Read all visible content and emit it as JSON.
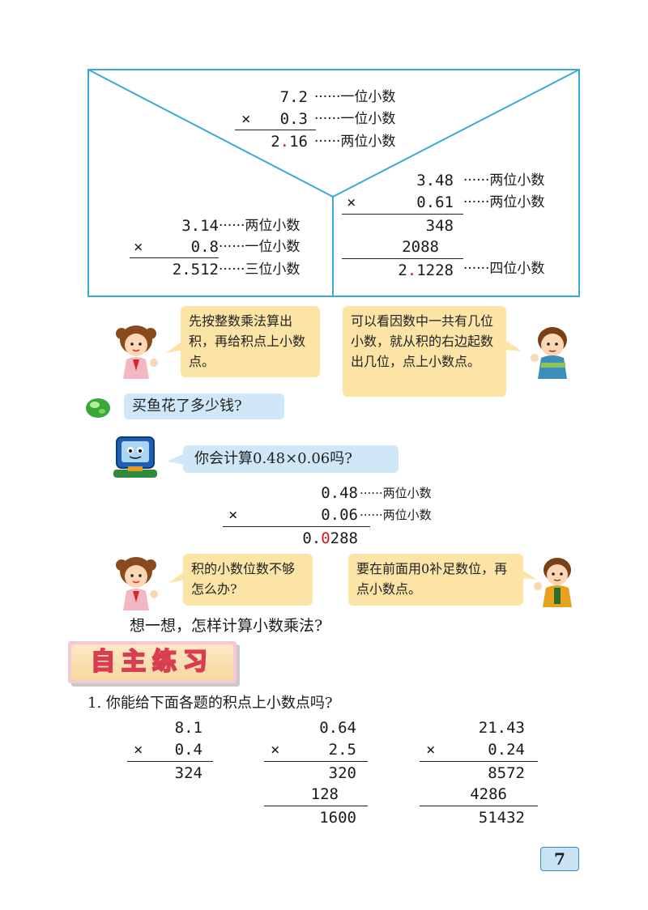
{
  "box": {
    "top": {
      "factor1": "7.2",
      "factor1_note": "······一位小数",
      "op": "×",
      "factor2": "0.3",
      "factor2_note": "······一位小数",
      "product_a": "2",
      "product_dot": ".",
      "product_b": "16",
      "product_note": "······两位小数"
    },
    "left": {
      "factor1": "3.14",
      "factor1_note": "······两位小数",
      "op": "×",
      "factor2": "0.8",
      "factor2_note": "······一位小数",
      "product": "2.512",
      "product_note": "······三位小数"
    },
    "right": {
      "factor1": "3.48",
      "factor1_note": "······两位小数",
      "op": "×",
      "factor2": "0.61",
      "factor2_note": "······两位小数",
      "partial1": "348",
      "partial2": "2088",
      "product_a": "2",
      "product_dot": ".",
      "product_b": "1228",
      "product_note": "······四位小数"
    }
  },
  "bubbles": {
    "girl1": "先按整数乘法算出积，再给积点上小数点。",
    "boy1": "可以看因数中一共有几位小数，就从积的右边起数出几位，点上小数点。",
    "question": "买鱼花了多少钱?",
    "computer": "你会计算0.48×0.06吗?",
    "girl2": "积的小数位数不够怎么办?",
    "boy2": "要在前面用0补足数位，再点小数点。"
  },
  "calc2": {
    "factor1": "0.48",
    "factor1_note": "······两位小数",
    "op": "×",
    "factor2": "0.06",
    "factor2_note": "······两位小数",
    "product_a": "0.",
    "product_zero": "0",
    "product_b": "288"
  },
  "think": "想一想，怎样计算小数乘法?",
  "section_title": "自主练习",
  "exercise": {
    "title": "1. 你能给下面各题的积点上小数点吗?",
    "p1": {
      "f1": "8.1",
      "op": "×",
      "f2": "0.4",
      "product": "324"
    },
    "p2": {
      "f1": "0.64",
      "op": "×",
      "f2": "2.5",
      "partial1": "320",
      "partial2": "128",
      "product": "1600"
    },
    "p3": {
      "f1": "21.43",
      "op": "×",
      "f2": "0.24",
      "partial1": "8572",
      "partial2": "4286",
      "product": "51432"
    }
  },
  "page_number": "7",
  "colors": {
    "frame": "#39a9dc",
    "accent_red": "#d41818",
    "bubble_yellow": "#fce4a6",
    "bubble_blue": "#cfe7f6",
    "title_bg": "#f4c9cf"
  }
}
